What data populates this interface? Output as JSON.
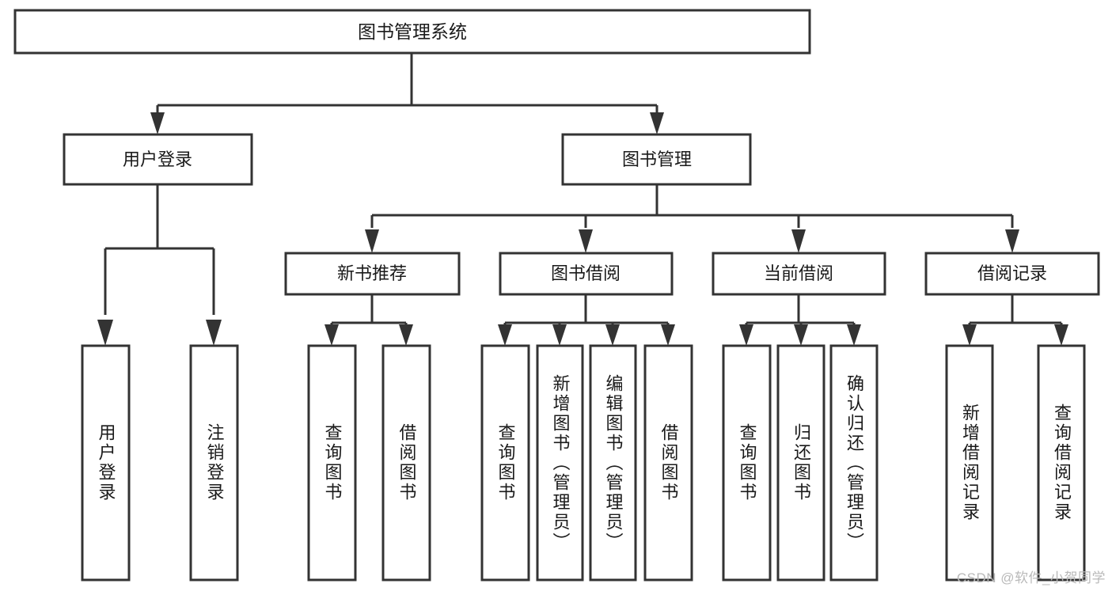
{
  "diagram": {
    "title": "图书管理系统",
    "type": "tree-hierarchy-diagram",
    "colors": {
      "stroke": "#333333",
      "box_fill": "#ffffff",
      "text": "#1a1a1a",
      "background": "#ffffff",
      "watermark": "#b9b9b9"
    },
    "root": {
      "label": "图书管理系统"
    },
    "level2": [
      {
        "label": "用户登录"
      },
      {
        "label": "图书管理"
      }
    ],
    "level3": [
      {
        "label": "新书推荐"
      },
      {
        "label": "图书借阅"
      },
      {
        "label": "当前借阅"
      },
      {
        "label": "借阅记录"
      }
    ],
    "leaves": {
      "user_login": [
        {
          "label": "用户登录"
        },
        {
          "label": "注销登录"
        }
      ],
      "new_book_recommend": [
        {
          "label": "查询图书"
        },
        {
          "label": "借阅图书"
        }
      ],
      "book_borrow": [
        {
          "label": "查询图书"
        },
        {
          "label": "新增图书（管理员）"
        },
        {
          "label": "编辑图书（管理员）"
        },
        {
          "label": "借阅图书"
        }
      ],
      "current_borrow": [
        {
          "label": "查询图书"
        },
        {
          "label": "归还图书"
        },
        {
          "label": "确认归还（管理员）"
        }
      ],
      "borrow_record": [
        {
          "label": "新增借阅记录"
        },
        {
          "label": "查询借阅记录"
        }
      ]
    },
    "watermark": "CSDN @软件_小贺同学"
  }
}
